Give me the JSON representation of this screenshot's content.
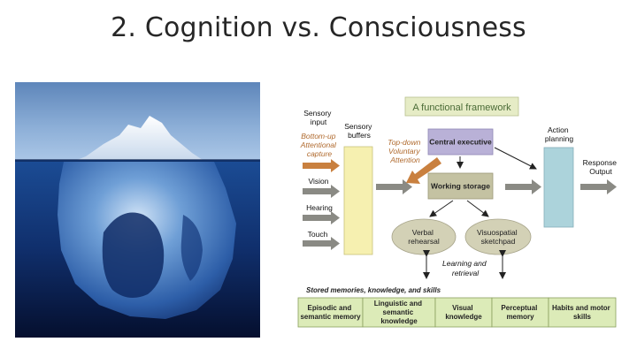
{
  "slide": {
    "title": "2. Cognition vs. Consciousness"
  },
  "image": {
    "subject": "iceberg-icon"
  },
  "framework": {
    "title": "A functional framework",
    "sensory_input_label": [
      "Sensory",
      "input"
    ],
    "sensory_buffers_label": [
      "Sensory",
      "buffers"
    ],
    "bottom_up_label": [
      "Bottom-up",
      "Attentional",
      "capture"
    ],
    "top_down_label": [
      "Top-down",
      "Voluntary",
      "Attention"
    ],
    "inputs": [
      "Vision",
      "Hearing",
      "Touch"
    ],
    "central_executive": "Central executive",
    "working_storage": "Working storage",
    "verbal_rehearsal": [
      "Verbal",
      "rehearsal"
    ],
    "visuospatial_sketchpad": [
      "Visuospatial",
      "sketchpad"
    ],
    "action_planning": [
      "Action",
      "planning"
    ],
    "response_output": [
      "Response",
      "Output"
    ],
    "learning_retrieval": [
      "Learning and",
      "retrieval"
    ],
    "stored_memories_label": "Stored memories, knowledge, and skills",
    "memory_boxes": [
      [
        "Episodic and",
        "semantic memory"
      ],
      [
        "Linguistic and",
        "semantic",
        "knowledge"
      ],
      [
        "Visual",
        "knowledge"
      ],
      [
        "Perceptual",
        "memory"
      ],
      [
        "Habits and motor",
        "skills"
      ]
    ],
    "colors": {
      "title_box": "#e6ecc6",
      "buffer_box": "#f6f0b0",
      "exec_box": "#b9b1d7",
      "working_box": "#c4c2a2",
      "ellipse": "#d3d1b6",
      "action_box": "#acd3db",
      "memory_box": "#dcebb8",
      "arrow_gray": "#8a8a84",
      "arrow_orange": "#c9803f",
      "orange_text": "#b06a2e"
    }
  }
}
